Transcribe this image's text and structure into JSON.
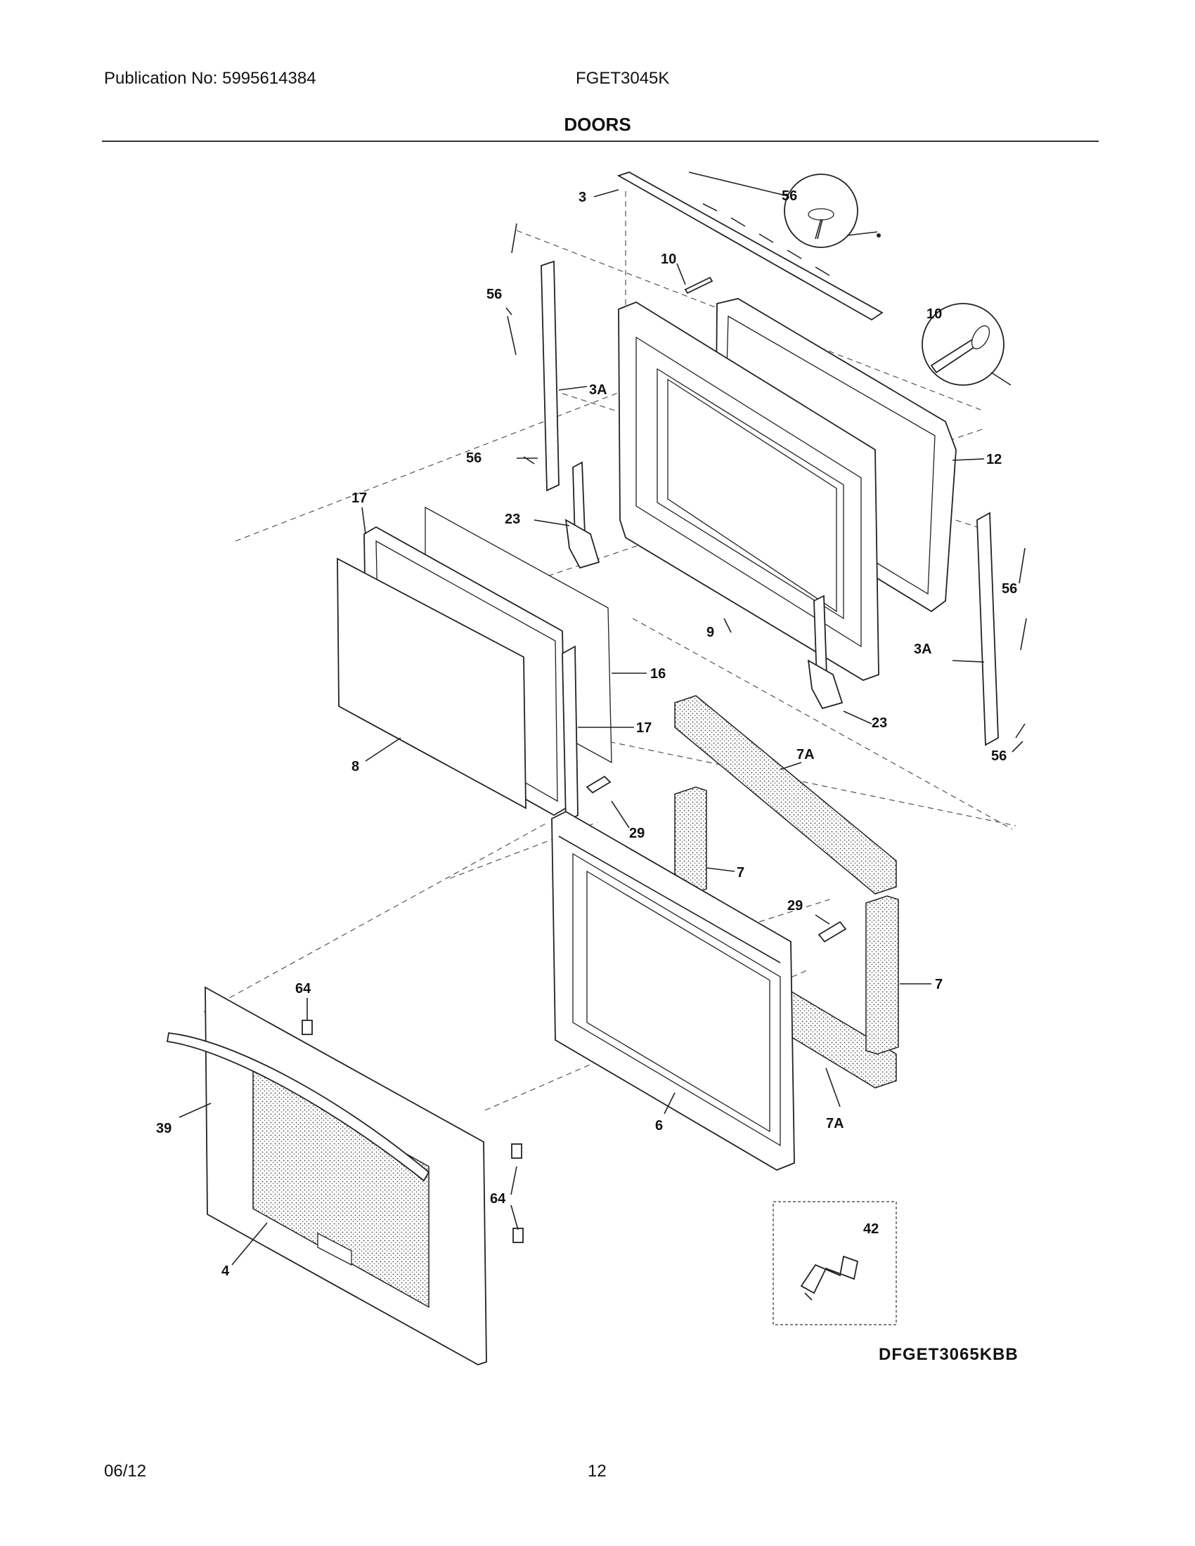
{
  "header": {
    "publication": "Publication No: 5995614384",
    "model": "FGET3045K",
    "title": "DOORS"
  },
  "footer": {
    "date": "06/12",
    "page": "12"
  },
  "diagram": {
    "callouts": {
      "c3": "3",
      "c56a": "56",
      "c10a": "10",
      "c56b": "56",
      "c10b": "10",
      "c3Aa": "3A",
      "c56c": "56",
      "c12": "12",
      "c17a": "17",
      "c23a": "23",
      "c16": "16",
      "c17b": "17",
      "c8": "8",
      "c9": "9",
      "c56d": "56",
      "c3Ab": "3A",
      "c23b": "23",
      "c56e": "56",
      "c7Aa": "7A",
      "c29a": "29",
      "c7a": "7",
      "c29b": "29",
      "c7b": "7",
      "c64a": "64",
      "c39": "39",
      "c6": "6",
      "c7Ab": "7A",
      "c64b": "64",
      "c4": "4",
      "c42": "42"
    },
    "caption": "DFGET3065KBB"
  }
}
